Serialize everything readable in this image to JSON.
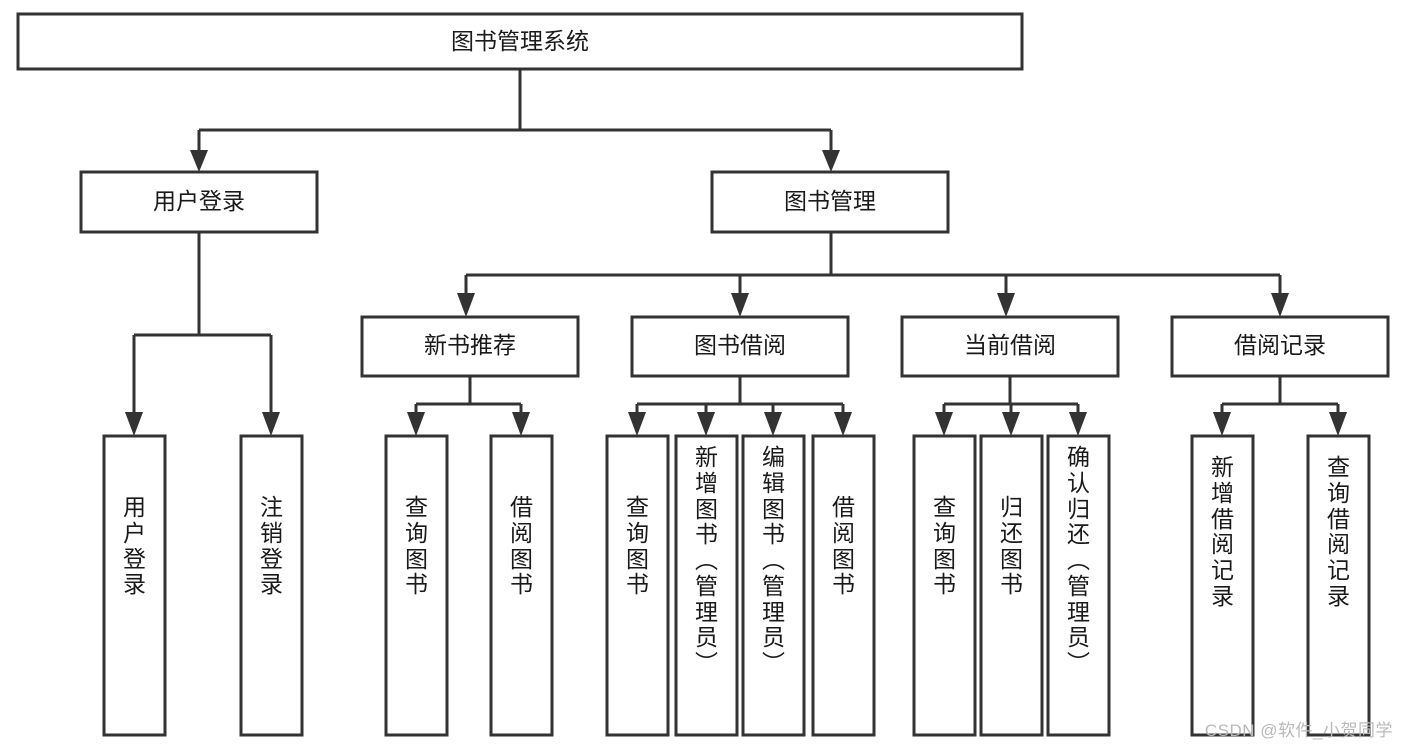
{
  "diagram": {
    "title": "图书管理系统",
    "type": "hierarchy-tree",
    "watermark": "CSDN @软件_小贺同学",
    "colors": {
      "background": "#ffffff",
      "box_fill": "#ffffff",
      "box_stroke": "#333333",
      "text": "#1a1a1a",
      "watermark": "#b9b9b9"
    },
    "nodes": {
      "root": {
        "label": "图书管理系统",
        "level": 1
      },
      "level2": [
        {
          "id": "user-login",
          "label": "用户登录"
        },
        {
          "id": "book-manage",
          "label": "图书管理"
        }
      ],
      "level3": [
        {
          "id": "new-book-recommend",
          "label": "新书推荐"
        },
        {
          "id": "book-borrow",
          "label": "图书借阅"
        },
        {
          "id": "current-borrow",
          "label": "当前借阅"
        },
        {
          "id": "borrow-record",
          "label": "借阅记录"
        }
      ],
      "leaves": {
        "user-login": [
          {
            "id": "leaf-user-login",
            "label": "用户登录"
          },
          {
            "id": "leaf-logout-login",
            "label": "注销登录"
          }
        ],
        "new-book-recommend": [
          {
            "id": "leaf-query-book-1",
            "label": "查询图书"
          },
          {
            "id": "leaf-borrow-book-1",
            "label": "借阅图书"
          }
        ],
        "book-borrow": [
          {
            "id": "leaf-query-book-2",
            "label": "查询图书"
          },
          {
            "id": "leaf-add-book",
            "label": "新增图书（管理员）"
          },
          {
            "id": "leaf-edit-book",
            "label": "编辑图书（管理员）"
          },
          {
            "id": "leaf-borrow-book-2",
            "label": "借阅图书"
          }
        ],
        "current-borrow": [
          {
            "id": "leaf-query-book-3",
            "label": "查询图书"
          },
          {
            "id": "leaf-return-book",
            "label": "归还图书"
          },
          {
            "id": "leaf-confirm-return",
            "label": "确认归还（管理员）"
          }
        ],
        "borrow-record": [
          {
            "id": "leaf-add-record",
            "label": "新增借阅记录"
          },
          {
            "id": "leaf-query-record",
            "label": "查询借阅记录"
          }
        ]
      }
    }
  }
}
